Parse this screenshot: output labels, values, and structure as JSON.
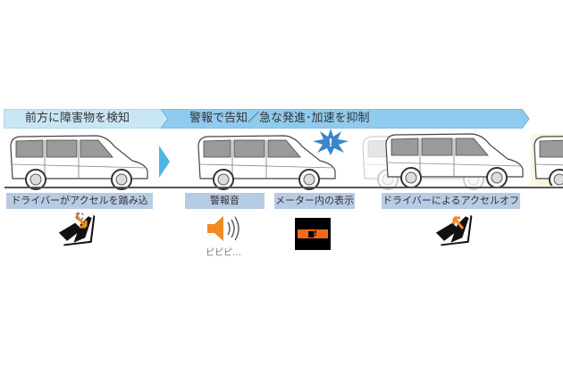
{
  "banner": {
    "stage1": "前方に障害物を検知",
    "stage2": "警報で告知／急な発進･加速を抑制"
  },
  "labels": {
    "driver_press": "ドライバーがアクセルを踏み込む",
    "alarm": "警報音",
    "meter": "メーター内の表示",
    "driver_release": "ドライバーによるアクセルオフ"
  },
  "sound_text": "ピピピ…",
  "colors": {
    "banner_light": "#c9e6f5",
    "banner_dark": "#8fcbee",
    "label_bg": "#b8cbe4",
    "speaker": "#f08a24",
    "meter_bg": "#000000",
    "meter_warn": "#f26b1d",
    "burst": "#3a86c8"
  }
}
